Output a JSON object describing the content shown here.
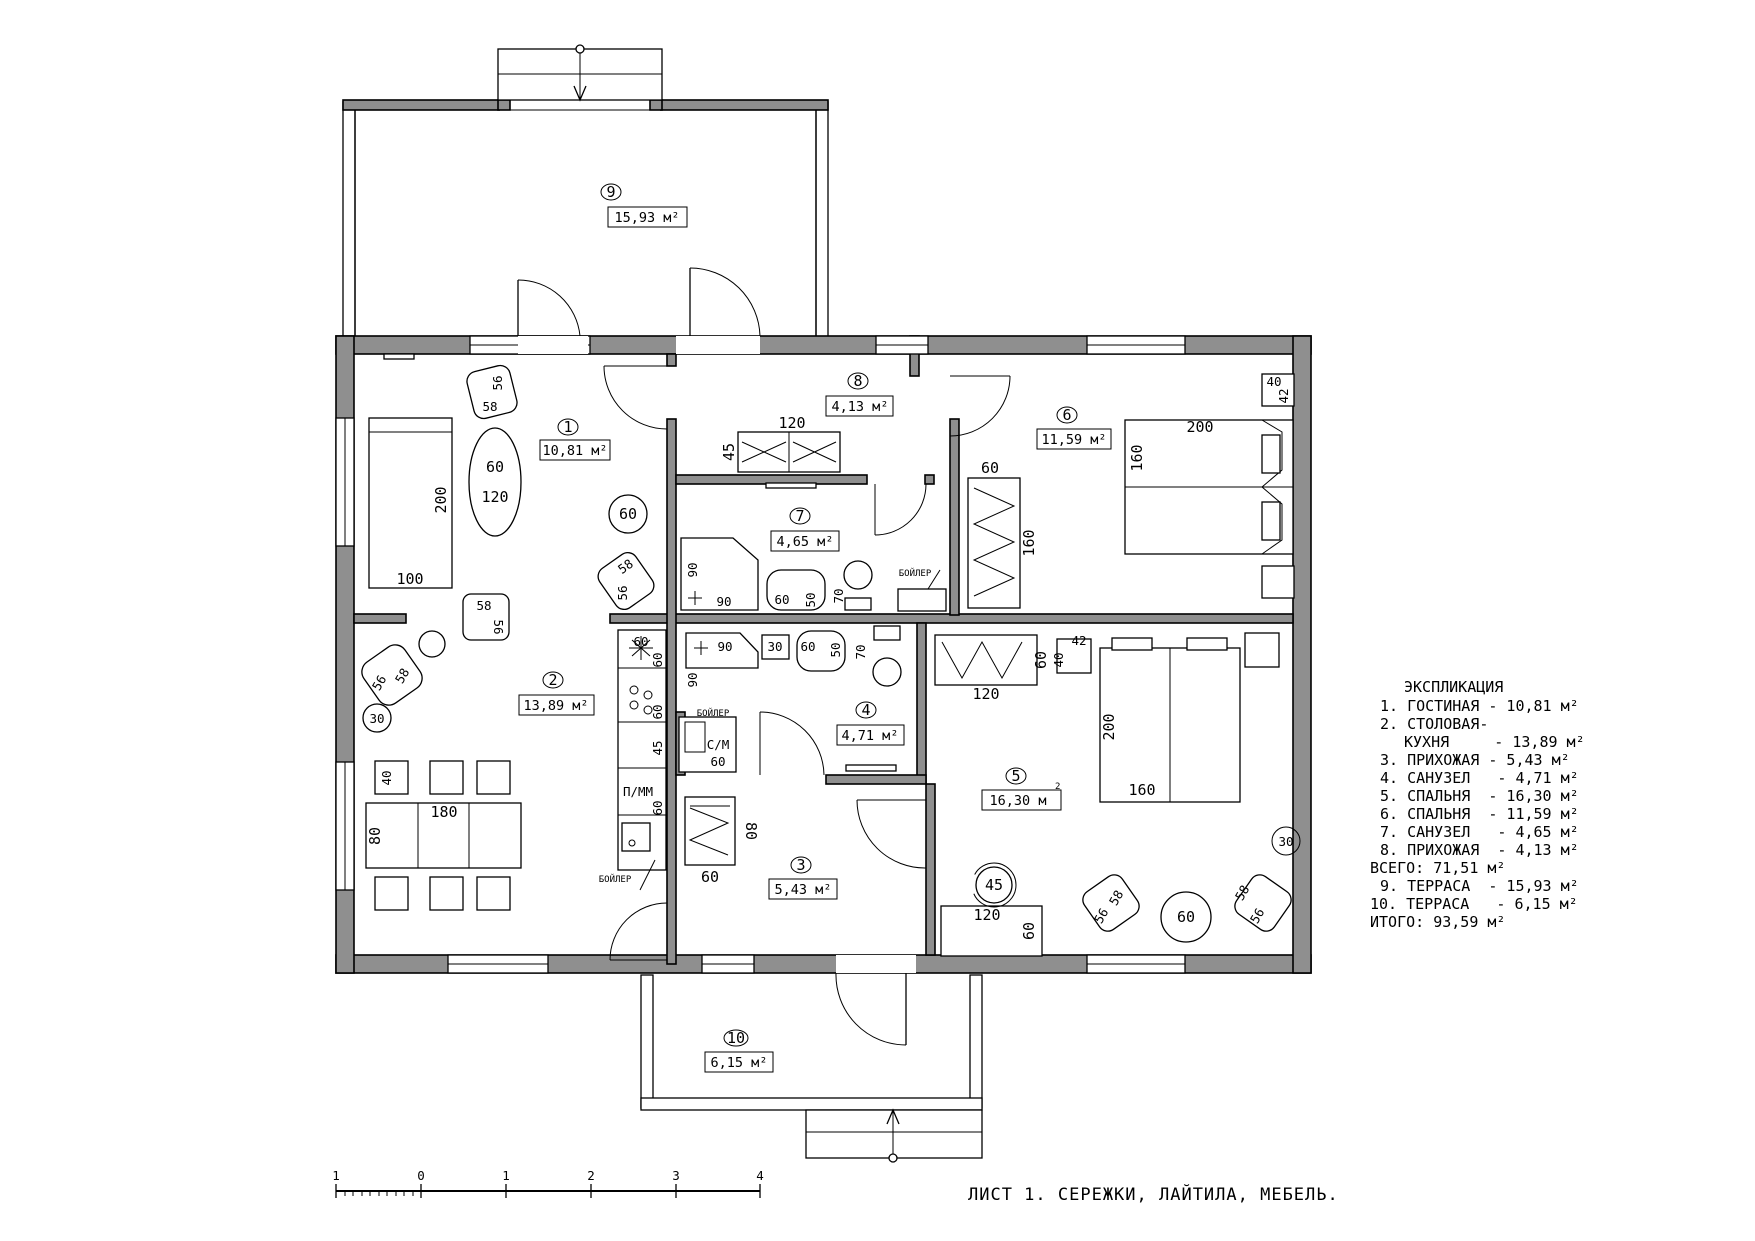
{
  "sheet": {
    "title": "ЛИСТ 1. СЕРЕЖКИ, ЛАЙТИЛА, МЕБЕЛЬ."
  },
  "scale_bar": {
    "labels": [
      "1",
      "0",
      "1",
      "2",
      "3",
      "4"
    ]
  },
  "rooms": [
    {
      "number": "1",
      "area": "10,81 м²"
    },
    {
      "number": "2",
      "area": "13,89 м²"
    },
    {
      "number": "3",
      "area": "5,43 м²"
    },
    {
      "number": "4",
      "area": "4,71 м²"
    },
    {
      "number": "5",
      "area": "16,30 м",
      "area_sup": "2"
    },
    {
      "number": "6",
      "area": "11,59 м²"
    },
    {
      "number": "7",
      "area": "4,65 м²"
    },
    {
      "number": "8",
      "area": "4,13 м²"
    },
    {
      "number": "9",
      "area": "15,93 м²"
    },
    {
      "number": "10",
      "area": "6,15 м²"
    }
  ],
  "legend": {
    "title": "ЭКСПЛИКАЦИЯ",
    "rows": [
      "1. ГОСТИНАЯ - 10,81 м²",
      "2. СТОЛОВАЯ-",
      "КУХНЯ     - 13,89 м²",
      "3. ПРИХОЖАЯ - 5,43 м²",
      "4. САНУЗЕЛ   - 4,71 м²",
      "5. СПАЛЬНЯ  - 16,30 м²",
      "6. СПАЛЬНЯ  - 11,59 м²",
      "7. САНУЗЕЛ   - 4,65 м²",
      "8. ПРИХОЖАЯ  - 4,13 м²",
      "ВСЕГО: 71,51 м²",
      "9. ТЕРРАСА  - 15,93 м²",
      "10. ТЕРРАСА   - 6,15 м²",
      "ИТОГО: 93,59 м²"
    ]
  },
  "labels": {
    "boiler": "БОЙЛЕР",
    "washer": "С/М",
    "dishwasher": "П/ММ"
  },
  "dimensions": {
    "sofa_length": "200",
    "sofa_width": "100",
    "oval_table_w": "60",
    "oval_table_l": "120",
    "chair_a": "58",
    "chair_b": "56",
    "round_60": "60",
    "round_30": "30",
    "hall_wardrobe_w": "120",
    "hall_wardrobe_d": "45",
    "bed6_l": "200",
    "bed6_w": "160",
    "wardrobe6_d": "60",
    "wardrobe6_l": "160",
    "night_a": "40",
    "night_b": "42",
    "shower": "90",
    "sink": "60",
    "sink_d": "50",
    "toilet": "70",
    "kitchen_30": "30",
    "kitchen_45": "45",
    "dining_table": "180",
    "dining_table_d": "80",
    "dining_chair": "40",
    "bed5_l": "200",
    "bed5_w": "160",
    "wardrobe5_l": "120",
    "wardrobe5_d": "60",
    "desk_l": "120",
    "desk_d": "60",
    "stool": "45",
    "wardrobe3_d": "80",
    "wardrobe3_w": "60"
  }
}
